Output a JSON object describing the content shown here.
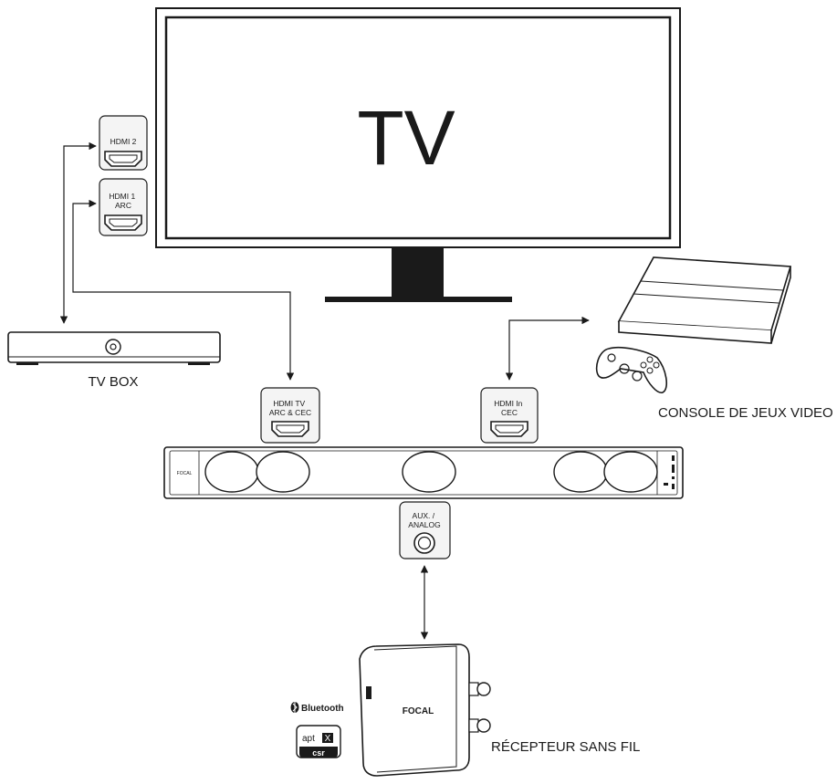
{
  "tv": {
    "title": "TV"
  },
  "tv_ports": {
    "hdmi2": [
      "HDMI 2"
    ],
    "hdmi1": [
      "HDMI 1",
      "ARC"
    ]
  },
  "soundbar_ports": {
    "hdmi_tv": [
      "HDMI TV",
      "ARC & CEC"
    ],
    "hdmi_in": [
      "HDMI In",
      "CEC"
    ],
    "aux": [
      "AUX. /",
      "ANALOG"
    ]
  },
  "devices": {
    "tv_box": "TV BOX",
    "console": "CONSOLE DE JEUX VIDEO",
    "receiver": "RÉCEPTEUR SANS FIL"
  },
  "logos": {
    "soundbar_brand": "FOCAL",
    "receiver_brand": "FOCAL",
    "bluetooth": "Bluetooth",
    "aptx_top": "apt",
    "aptx_x": "X",
    "aptx_bottom": "csr"
  },
  "colors": {
    "ink": "#1a1a1a",
    "panel": "#f4f4f4"
  }
}
